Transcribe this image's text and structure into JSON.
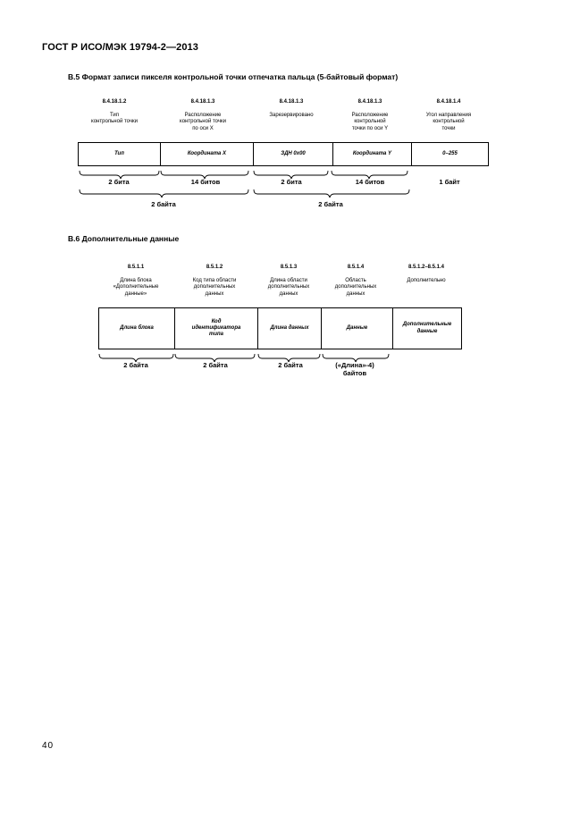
{
  "header": {
    "title": "ГОСТ Р ИСО/МЭК 19794-2—2013"
  },
  "section_b5": {
    "title": "B.5 Формат записи пикселя контрольной точки отпечатка пальца (5-байтовый формат)",
    "fields": [
      {
        "ref": "8.4.18.1.2",
        "desc": [
          "Тип",
          "контрольной точки"
        ],
        "cell": [
          "Тип"
        ]
      },
      {
        "ref": "8.4.18.1.3",
        "desc": [
          "Расположение",
          "контрольной точки",
          "по оси X"
        ],
        "cell": [
          "Координата X"
        ]
      },
      {
        "ref": "8.4.18.1.3",
        "desc": [
          "Зарезервировано"
        ],
        "cell": [
          "ЗДН 0х00"
        ]
      },
      {
        "ref": "8.4.18.1.3",
        "desc": [
          "Расположение",
          "контрольной",
          "точки по оси Y"
        ],
        "cell": [
          "Координата Y"
        ]
      },
      {
        "ref": "8.4.18.1.4",
        "desc": [
          "Угол направления",
          "контрольной",
          "точки"
        ],
        "cell": [
          "0–255"
        ]
      }
    ],
    "sizes": [
      "2 бита",
      "14 битов",
      "2 бита",
      "14 битов",
      "1 байт"
    ],
    "group_sizes": [
      "2 байта",
      "2 байта"
    ]
  },
  "section_b6": {
    "title": "B.6 Дополнительные данные",
    "fields": [
      {
        "ref": "8.5.1.1",
        "desc": [
          "Длина блока",
          "«Дополнительные",
          "данные»"
        ],
        "cell": [
          "Длина блока"
        ]
      },
      {
        "ref": "8.5.1.2",
        "desc": [
          "Код типа области",
          "дополнительных",
          "данных"
        ],
        "cell": [
          "Код",
          "идентификатора",
          "типа"
        ]
      },
      {
        "ref": "8.5.1.3",
        "desc": [
          "Длина области",
          "дополнительных",
          "данных"
        ],
        "cell": [
          "Длина данных"
        ]
      },
      {
        "ref": "8.5.1.4",
        "desc": [
          "Область",
          "дополнительных",
          "данных"
        ],
        "cell": [
          "Данные"
        ]
      },
      {
        "ref": "8.5.1.2–8.5.1.4",
        "desc": [
          "Дополнительно"
        ],
        "cell": [
          "Дополнительные",
          "данные"
        ]
      }
    ],
    "sizes": [
      [
        "2 байта"
      ],
      [
        "2 байта"
      ],
      [
        "2 байта"
      ],
      [
        "(«Длина»-4)",
        "байтов"
      ]
    ]
  },
  "footer": {
    "page_number": "40"
  }
}
